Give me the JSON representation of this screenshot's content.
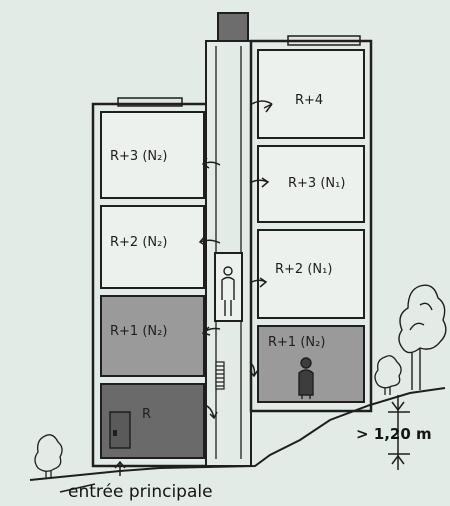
{
  "diagram": {
    "colors": {
      "background": "#e3ebe6",
      "room_light": "#ecf1ee",
      "room_mid": "#9a9a9a",
      "room_dark": "#6a6a6a",
      "wall": "#1f1f1f"
    },
    "left_rooms": [
      {
        "label": "R+3 (N₂)",
        "shade": "light"
      },
      {
        "label": "R+2 (N₂)",
        "shade": "light"
      },
      {
        "label": "R+1 (N₂)",
        "shade": "mid"
      },
      {
        "label": "R",
        "shade": "dark"
      }
    ],
    "right_rooms": [
      {
        "label": "R+4",
        "shade": "light"
      },
      {
        "label": "R+3 (N₁)",
        "shade": "light"
      },
      {
        "label": "R+2 (N₁)",
        "shade": "light"
      },
      {
        "label": "R+1 (N₂)",
        "shade": "mid"
      }
    ],
    "dimension_label": "> 1,20 m",
    "entrance_label": "entrée principale"
  }
}
